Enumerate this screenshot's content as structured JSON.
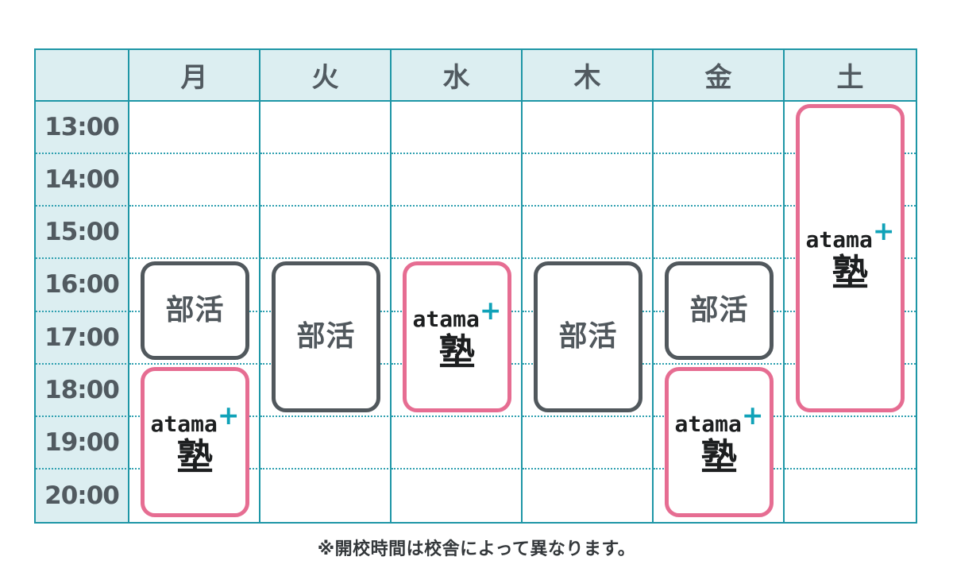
{
  "timetable": {
    "day_headers": [
      "月",
      "火",
      "水",
      "木",
      "金",
      "土"
    ],
    "time_labels": [
      "13:00",
      "14:00",
      "15:00",
      "16:00",
      "17:00",
      "18:00",
      "19:00",
      "20:00"
    ],
    "events": [
      {
        "day": "月",
        "day_index": 0,
        "kind": "club",
        "label": "部活",
        "start": "15:30",
        "end": "17:30"
      },
      {
        "day": "月",
        "day_index": 0,
        "kind": "atama_juku",
        "brand": "atama",
        "plus": "+",
        "label": "塾",
        "start": "17:30",
        "end": "20:30"
      },
      {
        "day": "火",
        "day_index": 1,
        "kind": "club",
        "label": "部活",
        "start": "15:30",
        "end": "18:30"
      },
      {
        "day": "水",
        "day_index": 2,
        "kind": "atama_juku",
        "brand": "atama",
        "plus": "+",
        "label": "塾",
        "start": "15:30",
        "end": "18:30"
      },
      {
        "day": "木",
        "day_index": 3,
        "kind": "club",
        "label": "部活",
        "start": "15:30",
        "end": "18:30"
      },
      {
        "day": "金",
        "day_index": 4,
        "kind": "club",
        "label": "部活",
        "start": "15:30",
        "end": "17:30"
      },
      {
        "day": "金",
        "day_index": 4,
        "kind": "atama_juku",
        "brand": "atama",
        "plus": "+",
        "label": "塾",
        "start": "17:30",
        "end": "20:30"
      },
      {
        "day": "土",
        "day_index": 5,
        "kind": "atama_juku",
        "brand": "atama",
        "plus": "+",
        "label": "塾",
        "start": "12:30",
        "end": "18:30"
      }
    ],
    "colors": {
      "grid_line": "#1e96a6",
      "dotted_line": "#2fa0b0",
      "header_bg": "#dceef1",
      "header_text": "#515a60",
      "club_border": "#51585d",
      "club_text": "#51585d",
      "atama_border": "#e66d92",
      "atama_plus": "#10a2b8",
      "atama_text": "#1d1f20"
    }
  },
  "footer": {
    "note": "※開校時間は校舎によって異なります。"
  }
}
